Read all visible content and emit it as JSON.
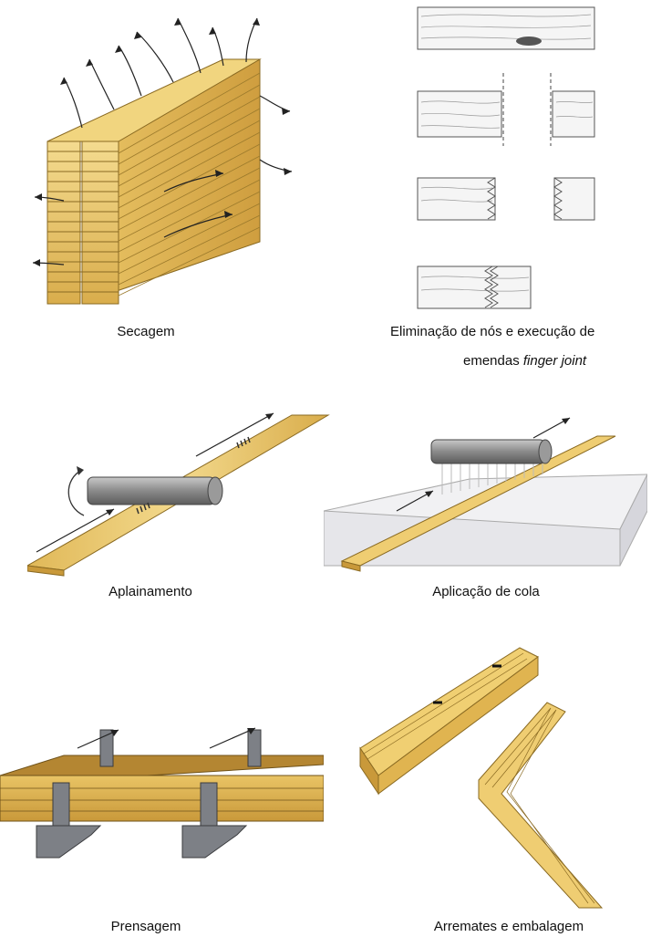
{
  "captions": {
    "secagem": "Secagem",
    "eliminacao_line1": "Eliminação de nós e execução de",
    "eliminacao_line2_prefix": "emendas ",
    "eliminacao_line2_italic": "finger joint",
    "aplainamento": "Aplainamento",
    "aplicacao": "Aplicação de cola",
    "prensagem": "Prensagem",
    "arremates": "Arremates e embalagem"
  },
  "colors": {
    "wood_light": "#f3d88a",
    "wood_mid": "#e6bf5a",
    "wood_dark": "#c9993a",
    "roller": "#8a8a8a",
    "steel": "#7d8086",
    "box": "#e3e3e6"
  }
}
